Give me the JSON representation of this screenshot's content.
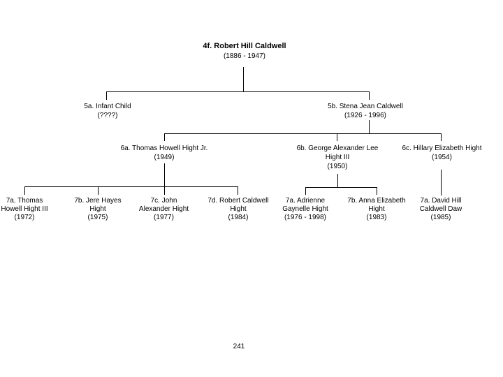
{
  "page": {
    "number": "241"
  },
  "tree": {
    "n4f": {
      "name": "4f. Robert Hill Caldwell",
      "dates": "(1886 - 1947)"
    },
    "n5a": {
      "name": "5a. Infant Child",
      "dates": "(????)"
    },
    "n5b": {
      "name": "5b. Stena Jean Caldwell",
      "dates": "(1926 - 1996)"
    },
    "n6a": {
      "name": "6a. Thomas Howell Hight Jr.",
      "dates": "(1949)"
    },
    "n6b": {
      "name_line1": "6b. George Alexander Lee",
      "name_line2": "Hight III",
      "dates": "(1950)"
    },
    "n6c": {
      "name": "6c. Hillary Elizabeth Hight",
      "dates": "(1954)"
    },
    "n7a1": {
      "name_line1": "7a. Thomas",
      "name_line2": "Howell Hight III",
      "dates": "(1972)"
    },
    "n7b1": {
      "name_line1": "7b. Jere Hayes",
      "name_line2": "Hight",
      "dates": "(1975)"
    },
    "n7c1": {
      "name_line1": "7c. John",
      "name_line2": "Alexander Hight",
      "dates": "(1977)"
    },
    "n7d1": {
      "name_line1": "7d. Robert Caldwell",
      "name_line2": "Hight",
      "dates": "(1984)"
    },
    "n7a2": {
      "name_line1": "7a. Adrienne",
      "name_line2": "Gaynelle Hight",
      "dates": "(1976 - 1998)"
    },
    "n7b2": {
      "name_line1": "7b. Anna Elizabeth",
      "name_line2": "Hight",
      "dates": "(1983)"
    },
    "n7a3": {
      "name_line1": "7a. David Hill",
      "name_line2": "Caldwell Daw",
      "dates": "(1985)"
    }
  }
}
